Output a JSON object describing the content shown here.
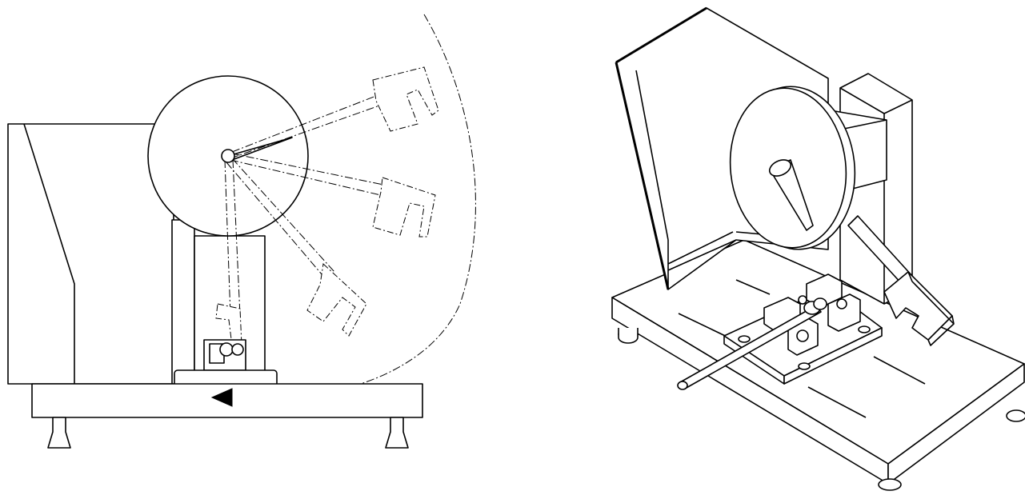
{
  "figure": {
    "views": [
      "side-elevation",
      "isometric"
    ],
    "colors": {
      "line": "#000000",
      "background": "#ffffff"
    },
    "pendulum_positions_shown": 4,
    "swing_direction": "arrow-left"
  }
}
